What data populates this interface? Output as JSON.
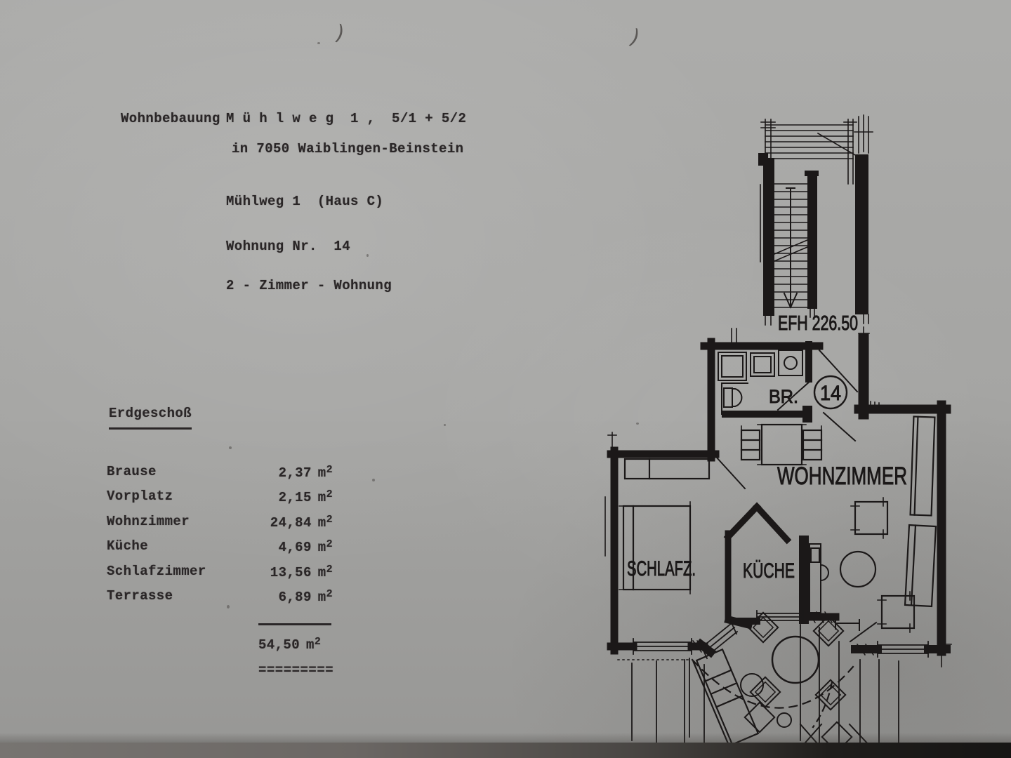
{
  "page": {
    "title_label": "Wohnbebauung",
    "title_value": "M ü h l w e g  1 ,  5/1 + 5/2",
    "address_line": "in 7050 Waiblingen-Beinstein",
    "house_line": "Mühlweg 1  (Haus C)",
    "apartment_line": "Wohnung Nr.  14",
    "type_line": "2 - Zimmer - Wohnung",
    "section_title": "Erdgeschoß",
    "rooms": [
      {
        "name": "Brause",
        "area": "2,37"
      },
      {
        "name": "Vorplatz",
        "area": "2,15"
      },
      {
        "name": "Wohnzimmer",
        "area": "24,84"
      },
      {
        "name": "Küche",
        "area": "4,69"
      },
      {
        "name": "Schlafzimmer",
        "area": "13,56"
      },
      {
        "name": "Terrasse",
        "area": "6,89"
      }
    ],
    "unit_base": "m",
    "unit_exp": "2",
    "total_area": "54,50",
    "equals_rule": "=========",
    "pen_mark_left": ")",
    "pen_mark_right": ")"
  },
  "floorplan": {
    "elevation_label": "EFH 226.50",
    "labels": {
      "bath": "BR.",
      "unit_number": "14",
      "living": "WOHNZIMMER",
      "bedroom": "SCHLAFZ.",
      "kitchen": "KÜCHE"
    }
  },
  "colors": {
    "paper": "#a8a8a6",
    "ink_text": "#2a2627",
    "ink_plan": "#1b1818",
    "photo_edge": "#201e1c"
  }
}
